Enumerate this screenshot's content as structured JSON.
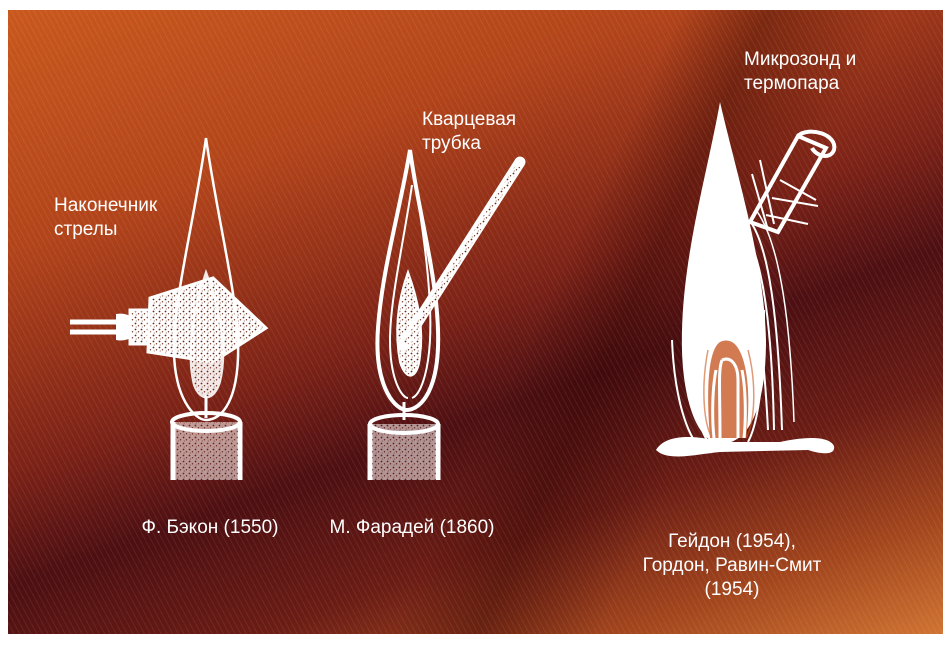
{
  "labels": {
    "arrowhead": [
      "Наконечник",
      "стрелы"
    ],
    "quartz_tube": [
      "Кварцевая",
      "трубка"
    ],
    "microprobe": [
      "Микрозонд и",
      "термопара"
    ]
  },
  "captions": {
    "bacon": "Ф. Бэкон (1550)",
    "faraday": "М. Фарадей (1860)",
    "gaydon": [
      "Гейдон (1954),",
      "Гордон, Равин-Смит",
      "(1954)"
    ]
  },
  "colors": {
    "drawing": "#ffffff",
    "background_light": "#c9581d",
    "background_dark": "#4d0f12"
  }
}
